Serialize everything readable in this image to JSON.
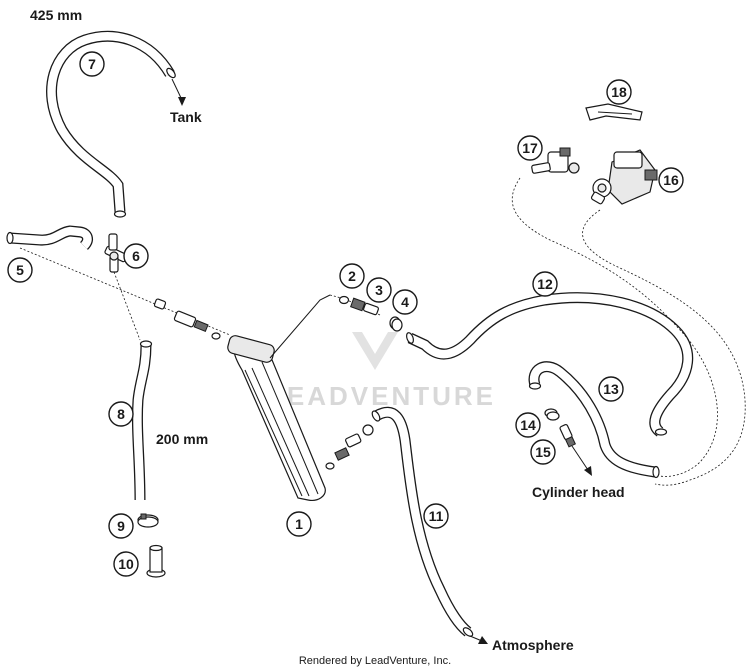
{
  "callouts": [
    "1",
    "2",
    "3",
    "4",
    "5",
    "6",
    "7",
    "8",
    "9",
    "10",
    "11",
    "12",
    "13",
    "14",
    "15",
    "16",
    "17",
    "18"
  ],
  "labels": {
    "hose7_length": "425 mm",
    "hose8_length": "200 mm",
    "tank": "Tank",
    "cylinder_head": "Cylinder head",
    "atmosphere": "Atmosphere"
  },
  "watermark": "LEADVENTURE",
  "footer": "Rendered by LeadVenture, Inc.",
  "colors": {
    "line": "#1a1a1a",
    "watermark": "#d8d8d8",
    "background": "#ffffff"
  }
}
